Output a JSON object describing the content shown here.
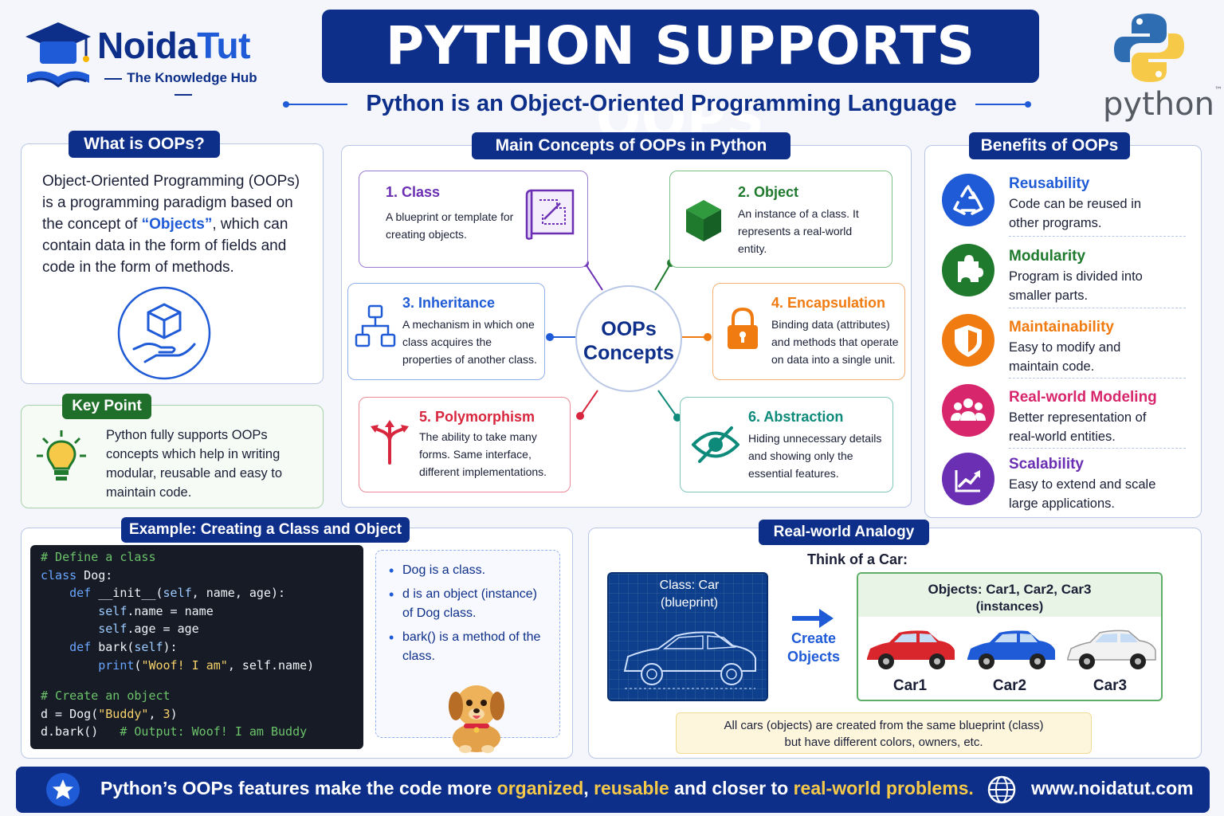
{
  "brand": {
    "name_part1": "Noida",
    "name_part2": "Tut",
    "tagline": "The Knowledge Hub",
    "python_wordmark": "python",
    "tm": "™"
  },
  "header": {
    "title": "PYTHON SUPPORTS OOPS",
    "subtitle": "Python is an Object-Oriented Programming Language"
  },
  "what_is": {
    "heading": "What is OOPs?",
    "text_before": "Object-Oriented Programming (OOPs) is a programming paradigm based on the concept of ",
    "highlight": "“Objects”",
    "text_after": ", which can contain data in the form of fields and code in the form of methods."
  },
  "key_point": {
    "heading": "Key Point",
    "text": "Python fully supports OOPs concepts which help in writing modular, reusable and easy to maintain code."
  },
  "concepts": {
    "heading": "Main Concepts of OOPs in Python",
    "center_line1": "OOPs",
    "center_line2": "Concepts",
    "items": [
      {
        "title": "1. Class",
        "desc": "A blueprint or template for creating objects.",
        "color": "#6a2fb3"
      },
      {
        "title": "2. Object",
        "desc": "An instance of a class. It represents a real-world entity.",
        "color": "#1f7a2e"
      },
      {
        "title": "3. Inheritance",
        "desc": "A mechanism in which one class acquires the properties of another class.",
        "color": "#1f5bd6"
      },
      {
        "title": "4. Encapsulation",
        "desc": "Binding data (attributes) and methods that operate on data into a single unit.",
        "color": "#f07b10"
      },
      {
        "title": "5. Polymorphism",
        "desc": "The ability to take many forms. Same interface, different implementations.",
        "color": "#d7263d"
      },
      {
        "title": "6. Abstraction",
        "desc": "Hiding unnecessary details and showing only the essential features.",
        "color": "#0d8a7a"
      }
    ]
  },
  "benefits": {
    "heading": "Benefits of OOPs",
    "items": [
      {
        "title": "Reusability",
        "desc": "Code can be reused in other programs.",
        "color": "#1f5bd6",
        "icon": "recycle-icon"
      },
      {
        "title": "Modularity",
        "desc": "Program is divided into smaller parts.",
        "color": "#1f7a2e",
        "icon": "puzzle-icon"
      },
      {
        "title": "Maintainability",
        "desc": "Easy to modify and maintain code.",
        "color": "#f07b10",
        "icon": "shield-icon"
      },
      {
        "title": "Real-world Modeling",
        "desc": "Better representation of real-world entities.",
        "color": "#d7266b",
        "icon": "people-icon"
      },
      {
        "title": "Scalability",
        "desc": "Easy to extend and scale large applications.",
        "color": "#6a2fb3",
        "icon": "growth-chart-icon"
      }
    ]
  },
  "example": {
    "heading": "Example: Creating a Class and Object",
    "code_lines": [
      "# Define a class",
      "class Dog:",
      "    def __init__(self, name, age):",
      "        self.name = name",
      "        self.age = age",
      "    def bark(self):",
      "        print(\"Woof! I am\", self.name)",
      "",
      "# Create an object",
      "d = Dog(\"Buddy\", 3)",
      "d.bark()   # Output: Woof! I am Buddy"
    ],
    "notes": [
      "Dog is a class.",
      "d is an object (instance) of Dog class.",
      "bark() is a method of the class."
    ]
  },
  "analogy": {
    "heading": "Real-world Analogy",
    "intro": "Think of a Car:",
    "class_box_line1": "Class: Car",
    "class_box_line2": "(blueprint)",
    "arrow_line1": "Create",
    "arrow_line2": "Objects",
    "objects_line1": "Objects: Car1, Car2, Car3",
    "objects_line2": "(instances)",
    "cars": [
      {
        "label": "Car1",
        "color": "#d9262c"
      },
      {
        "label": "Car2",
        "color": "#1f5bd6"
      },
      {
        "label": "Car3",
        "color": "#f2f2f2"
      }
    ],
    "note_line1": "All cars (objects) are created from the same blueprint (class)",
    "note_line2": "but have different colors, owners, etc."
  },
  "footer": {
    "part1": "Python’s OOPs features make the code more ",
    "hl1": "organized",
    "sep1": ", ",
    "hl2": "reusable",
    "part2": " and closer to ",
    "hl3": "real-world problems.",
    "website": "www.noidatut.com"
  }
}
